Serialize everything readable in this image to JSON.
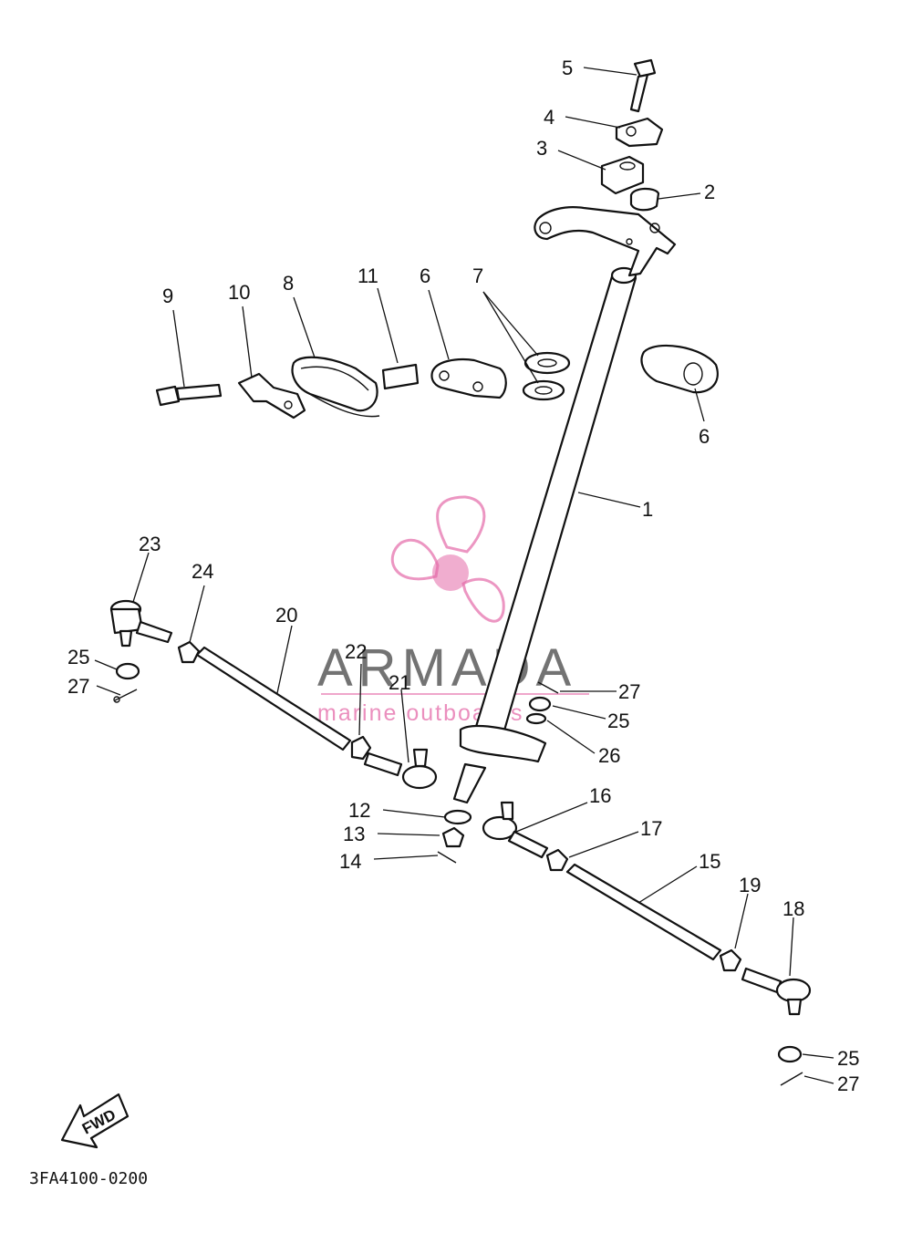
{
  "diagram": {
    "code": "3FA4100-0200",
    "fwd_label": "FWD",
    "watermark": {
      "brand": "ARMADA",
      "tagline": "marine outboards"
    },
    "callouts": [
      {
        "id": "c5",
        "label": "5"
      },
      {
        "id": "c4",
        "label": "4"
      },
      {
        "id": "c3",
        "label": "3"
      },
      {
        "id": "c2",
        "label": "2"
      },
      {
        "id": "c9",
        "label": "9"
      },
      {
        "id": "c10",
        "label": "10"
      },
      {
        "id": "c8",
        "label": "8"
      },
      {
        "id": "c11",
        "label": "11"
      },
      {
        "id": "c6a",
        "label": "6"
      },
      {
        "id": "c7",
        "label": "7"
      },
      {
        "id": "c6b",
        "label": "6"
      },
      {
        "id": "c1",
        "label": "1"
      },
      {
        "id": "c23",
        "label": "23"
      },
      {
        "id": "c24",
        "label": "24"
      },
      {
        "id": "c20",
        "label": "20"
      },
      {
        "id": "c25a",
        "label": "25"
      },
      {
        "id": "c27a",
        "label": "27"
      },
      {
        "id": "c22",
        "label": "22"
      },
      {
        "id": "c21",
        "label": "21"
      },
      {
        "id": "c27b",
        "label": "27"
      },
      {
        "id": "c25b",
        "label": "25"
      },
      {
        "id": "c26",
        "label": "26"
      },
      {
        "id": "c16",
        "label": "16"
      },
      {
        "id": "c12",
        "label": "12"
      },
      {
        "id": "c13",
        "label": "13"
      },
      {
        "id": "c14",
        "label": "14"
      },
      {
        "id": "c17",
        "label": "17"
      },
      {
        "id": "c15",
        "label": "15"
      },
      {
        "id": "c19",
        "label": "19"
      },
      {
        "id": "c18",
        "label": "18"
      },
      {
        "id": "c25c",
        "label": "25"
      },
      {
        "id": "c27c",
        "label": "27"
      }
    ]
  }
}
